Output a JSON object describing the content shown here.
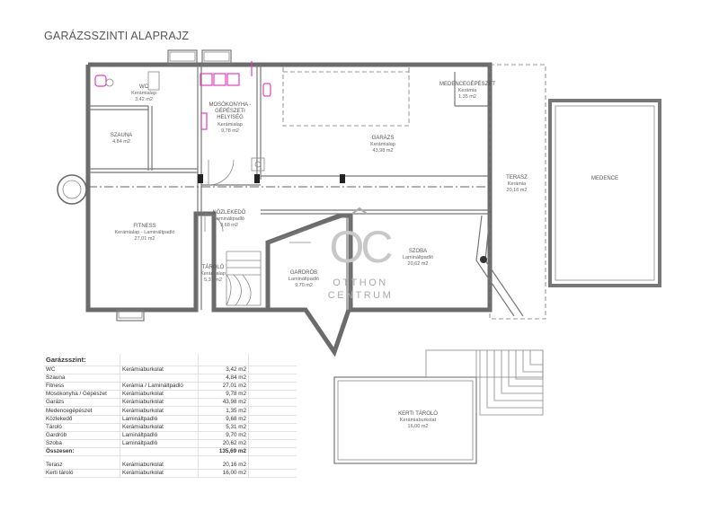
{
  "title": "GARÁZSSZINTI ALAPRAJZ",
  "rooms": {
    "wc": {
      "name": "WC",
      "floor": "Kerámialap",
      "area": "3,42 m2"
    },
    "szauna": {
      "name": "SZAUNA",
      "area": "4,84 m2"
    },
    "moso": {
      "name1": "MOSÓKONYHA -",
      "name2": "GÉPÉSZETI",
      "name3": "HELYISÉG",
      "floor": "Kerámialap",
      "area": "9,78 m2"
    },
    "garazs": {
      "name": "GARÁZS",
      "floor": "Kerámialap",
      "area": "43,98 m2"
    },
    "medence_gep": {
      "name": "MEDENCEGÉPÉSZET",
      "floor": "Kerámia",
      "area": "1,35 m2"
    },
    "fitness": {
      "name": "FITNESS",
      "floor": "Kerámialap - Lamináltpadló",
      "area": "27,01 m2"
    },
    "kozlekedo": {
      "name": "KÖZLEKEDŐ",
      "floor": "Lamináltpadló",
      "area": "9,68 m2"
    },
    "tarolo": {
      "name": "TÁROLÓ",
      "floor": "Kerámialap",
      "area": "5,31 m2"
    },
    "gardrob": {
      "name": "GARDRÓB",
      "floor": "Lamináltpadló",
      "area": "9,70 m2"
    },
    "szoba": {
      "name": "SZOBA",
      "floor": "Lamináltpadló",
      "area": "20,62 m2"
    },
    "terasz": {
      "name": "TERASZ",
      "floor": "Kerámia",
      "area": "20,16 m2"
    },
    "medence": {
      "name": "MEDENCE"
    },
    "kerti": {
      "name": "KERTI TÁROLÓ",
      "floor": "Kerámiaburkolat",
      "area": "16,00 m2"
    }
  },
  "logo": {
    "mark": "OC",
    "line1": "OTTHON",
    "line2": "CENTRUM"
  },
  "table": {
    "heading": "Garázsszint:",
    "rows": [
      {
        "name": "WC",
        "floor": "Kerámiaburkolat",
        "area": "3,42 m2"
      },
      {
        "name": "Szauna",
        "floor": "",
        "area": "4,84 m2"
      },
      {
        "name": "Fitness",
        "floor": "Kerámia / Lamináltpadló",
        "area": "27,01 m2"
      },
      {
        "name": "Mosókonyha / Gépészet",
        "floor": "Kerámiaburkolat",
        "area": "9,78 m2"
      },
      {
        "name": "Garázs",
        "floor": "Kerámiaburkolat",
        "area": "43,98 m2"
      },
      {
        "name": "Medencegépészet",
        "floor": "Kerámiaburkolat",
        "area": "1,35 m2"
      },
      {
        "name": "Közlekedő",
        "floor": "Lamináltpadló",
        "area": "9,68 m2"
      },
      {
        "name": "Tároló",
        "floor": "Kerámiaburkolat",
        "area": "5,31 m2"
      },
      {
        "name": "Gardrób",
        "floor": "Lamináltpadló",
        "area": "9,70 m2"
      },
      {
        "name": "Szoba",
        "floor": "Lamináltpadló",
        "area": "20,62 m2"
      }
    ],
    "total": {
      "name": "Összesen:",
      "area": "135,69 m2"
    },
    "extra": [
      {
        "name": "Terasz",
        "floor": "Kerámiaburkolat",
        "area": "20,16 m2"
      },
      {
        "name": "Kerti tároló",
        "floor": "Kerámiaburkolat",
        "area": "16,00 m2"
      }
    ]
  }
}
